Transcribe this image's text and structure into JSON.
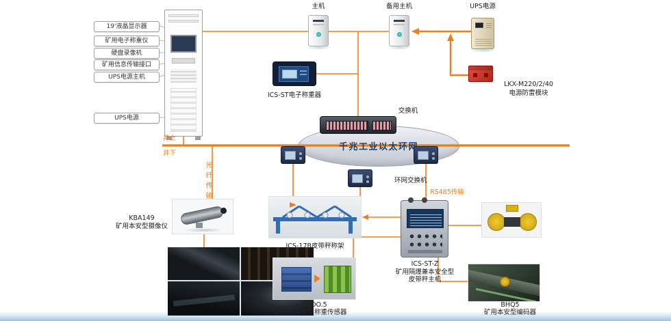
{
  "colors": {
    "accent_orange": "#ef7f1a",
    "navy_text": "#1c3f6e"
  },
  "left_rack_labels": [
    "19'液晶显示器",
    "矿用电子称重仪",
    "硬盘录像机",
    "矿用信息传输接口",
    "UPS电源主机",
    "UPS电源"
  ],
  "top_row": {
    "host_label": "主机",
    "backup_host_label": "备用主机",
    "ups_label": "UPS电源",
    "surge_module_model": "LKX-M220/2/40",
    "surge_module_name": "电源防雷模块"
  },
  "network": {
    "ring_label": "千兆工业以太环网",
    "switch_label": "交换机",
    "ring_switch_label": "环网交换机",
    "surface_label": "井上",
    "underground_label": "井下",
    "fiber_label": "光纤传输",
    "rs485_label": "RS485传输"
  },
  "devices": {
    "weigher_label": "ICS-ST电子称重器",
    "camera_model": "KBA149",
    "camera_name": "矿用本安型摄像仪",
    "belt_scale_label": "ICS-17B皮带秤称架",
    "belt_host_model": "ICS-ST-Z",
    "belt_host_name1": "矿用隔爆兼本安全型",
    "belt_host_name2": "皮带秤主机",
    "sensor_model": "GZDO.5",
    "sensor_name": "矿用本安型称重传感器",
    "encoder_model": "BHQ5",
    "encoder_name": "矿用本安型编码器"
  }
}
